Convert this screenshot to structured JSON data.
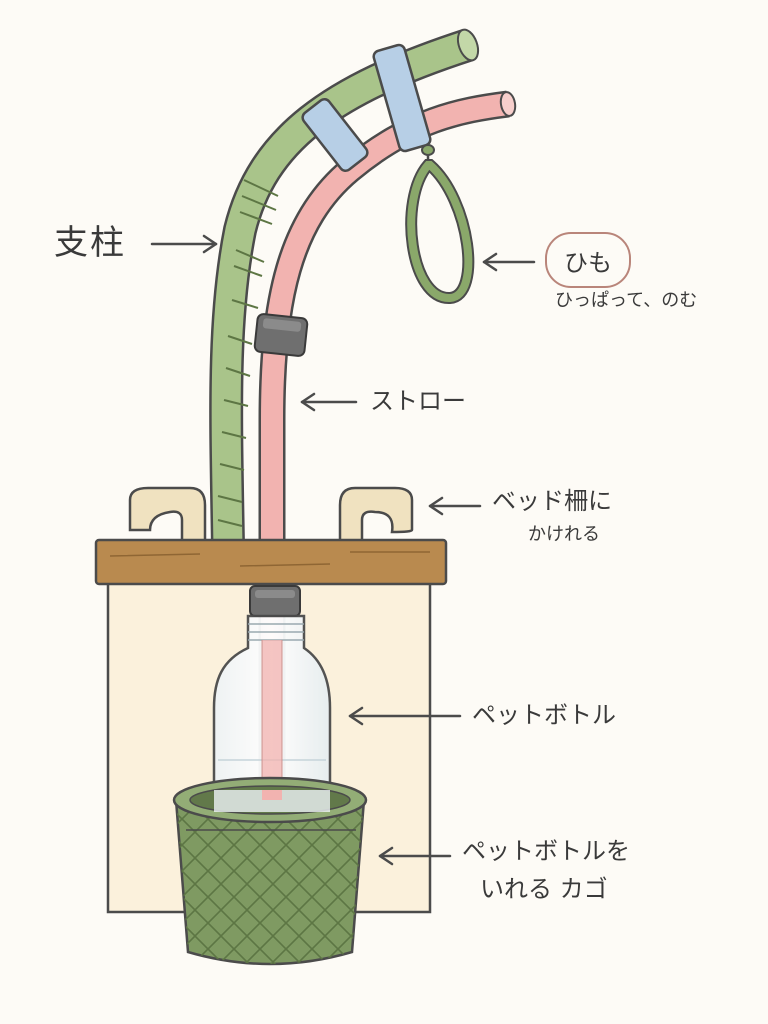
{
  "labels": {
    "support": "支柱",
    "string": "ひも",
    "string_note": "ひっぱって、のむ",
    "straw": "ストロー",
    "bed_rail_line1": "ベッド柵に",
    "bed_rail_line2": "かけれる",
    "bottle": "ペットボトル",
    "basket_line1": "ペットボトルを",
    "basket_line2": "いれる カゴ"
  },
  "colors": {
    "support_green": "#a9c48a",
    "straw_pink": "#f2b3b0",
    "band_blue": "#b7cfe6",
    "wood": "#b98a4f",
    "basket": "#7f9a62",
    "panel": "#fbf1dc",
    "ring": "#6f6f6f"
  }
}
